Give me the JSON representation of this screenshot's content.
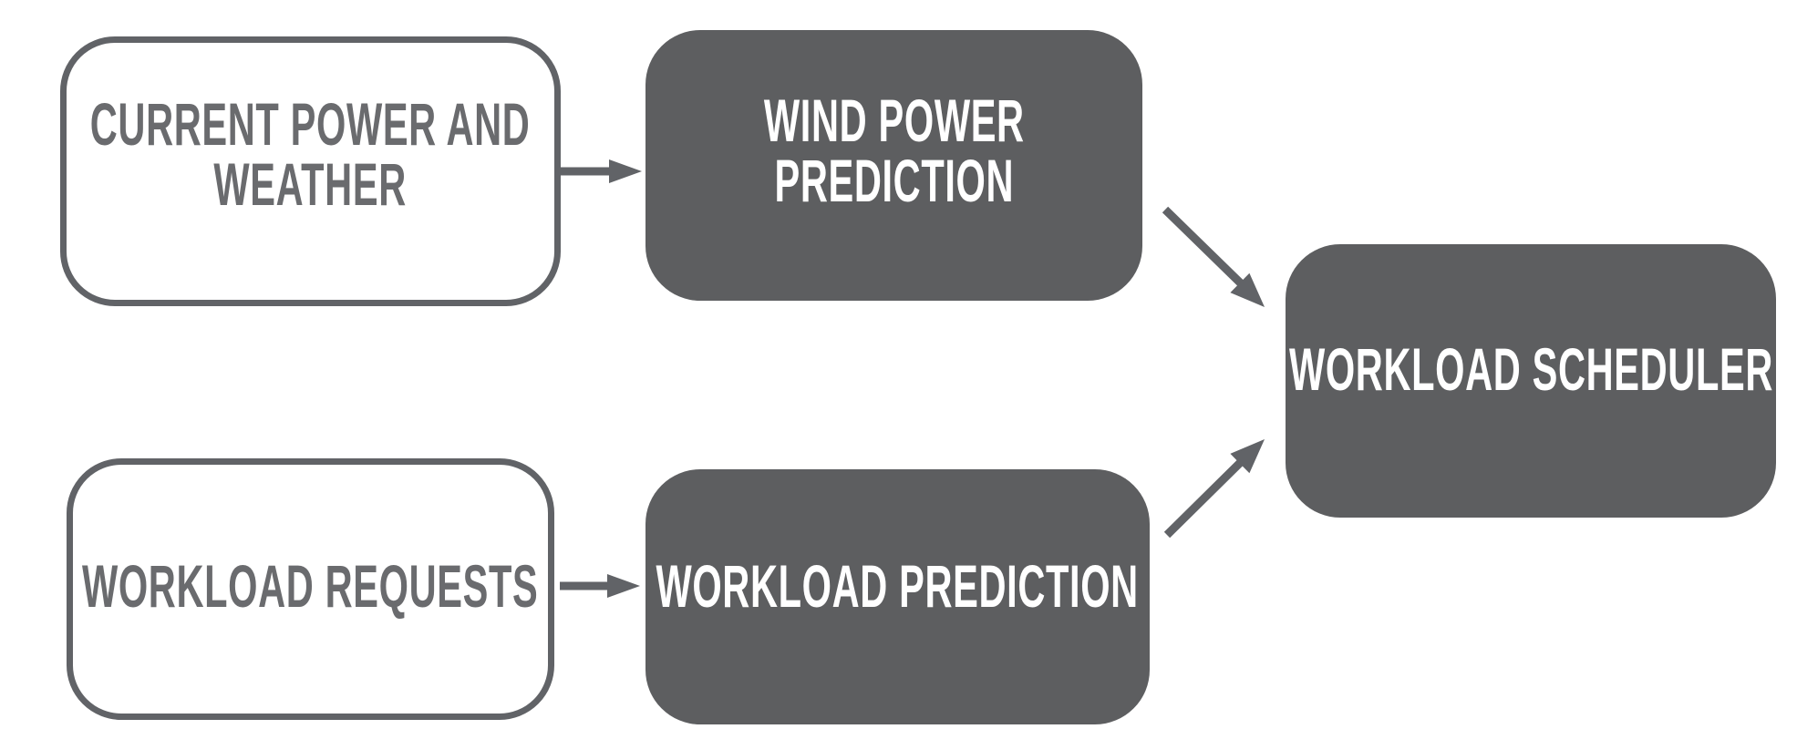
{
  "diagram": {
    "nodes": [
      {
        "id": "current-power-weather",
        "label": "CURRENT POWER AND\nWEATHER",
        "style": "outline"
      },
      {
        "id": "wind-power-prediction",
        "label": "WIND POWER\nPREDICTION",
        "style": "filled"
      },
      {
        "id": "workload-scheduler",
        "label": "WORKLOAD SCHEDULER",
        "style": "filled"
      },
      {
        "id": "workload-requests",
        "label": "WORKLOAD REQUESTS",
        "style": "outline"
      },
      {
        "id": "workload-prediction",
        "label": "WORKLOAD PREDICTION",
        "style": "filled"
      }
    ],
    "edges": [
      {
        "from": "current-power-weather",
        "to": "wind-power-prediction"
      },
      {
        "from": "wind-power-prediction",
        "to": "workload-scheduler"
      },
      {
        "from": "workload-requests",
        "to": "workload-prediction"
      },
      {
        "from": "workload-prediction",
        "to": "workload-scheduler"
      }
    ]
  },
  "colors": {
    "background": "#ffffff",
    "node_fill_dark": "#5d5e60",
    "node_outline": "#616367",
    "node_text_gray": "#6a6b6e",
    "node_text_light": "#ffffff",
    "arrow": "#616367"
  }
}
